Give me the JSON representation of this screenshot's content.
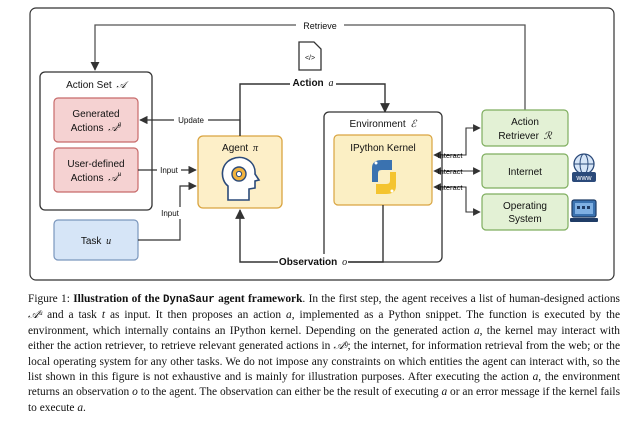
{
  "diagram": {
    "retrieve_label": "Retrieve",
    "action_label": "Action",
    "action_var": "a",
    "update_label": "Update",
    "input_label_1": "Input",
    "input_label_2": "Input",
    "observation_label": "Observation",
    "observation_var": "o",
    "action_set": {
      "title": "Action Set",
      "symbol": "𝒜"
    },
    "generated_actions": {
      "line1": "Generated",
      "line2": "Actions",
      "symbol": "𝒜",
      "sup": "g"
    },
    "user_defined_actions": {
      "line1": "User-defined",
      "line2": "Actions",
      "symbol": "𝒜",
      "sup": "u"
    },
    "task": {
      "label": "Task",
      "var": "u"
    },
    "agent": {
      "label": "Agent",
      "var": "π"
    },
    "environment": {
      "label": "Environment",
      "symbol": "ℰ"
    },
    "ipython_kernel": {
      "label": "IPython Kernel"
    },
    "action_retriever": {
      "line1": "Action",
      "line2": "Retriever",
      "symbol": "ℛ"
    },
    "internet": {
      "label": "Internet",
      "icon_text": "www"
    },
    "operating_system": {
      "line1": "Operating",
      "line2": "System"
    },
    "interact_labels": [
      "Interact",
      "Interact",
      "Interact"
    ],
    "code_icon_text": "</>",
    "colors": {
      "red_fill": "#f5d2d2",
      "red_stroke": "#c76a6a",
      "blue_fill": "#d6e5f7",
      "blue_stroke": "#7a96bd",
      "agent_fill": "#fdefc8",
      "agent_stroke": "#d9a440",
      "green_fill": "#e3f1d5",
      "green_stroke": "#7fae5f",
      "kernel_fill": "#fbefc4"
    }
  },
  "caption": {
    "figure_label": "Figure 1:",
    "title_part1": "Illustration of the",
    "title_mono": "DynaSaur",
    "title_part2": "agent framework",
    "body": [
      ". In the first step, the agent receives a list of human-designed actions ",
      "𝒜ᵘ",
      " and a task ",
      "t",
      " as input. It then proposes an action ",
      "a",
      ", implemented as a Python snippet. The function is executed by the environment, which internally contains an IPython kernel. Depending on the generated action ",
      "a",
      ", the kernel may interact with either the action retriever, to retrieve relevant generated actions in ",
      "𝒜ᵍ",
      "; the internet, for information retrieval from the web; or the local operating system for any other tasks. We do not impose any constraints on which entities the agent can interact with, so the list shown in this figure is not exhaustive and is mainly for illustration purposes. After executing the action ",
      "a",
      ", the environment returns an observation ",
      "o",
      " to the agent. The observation can either be the result of executing ",
      "a",
      " or an error message if the kernel fails to execute ",
      "a",
      "."
    ]
  }
}
